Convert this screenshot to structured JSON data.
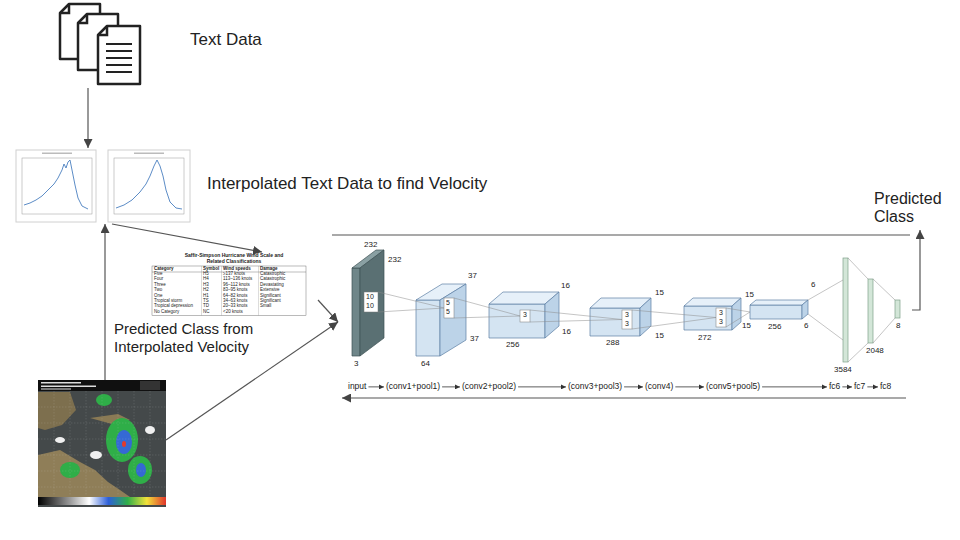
{
  "diagram": {
    "nodes": [
      {
        "text": [
          "Text Data"
        ]
      },
      {
        "text": [
          "Interpolated Text Data to find Velocity"
        ]
      },
      {
        "text": [
          "Saffir-Simpson Hurricane Wind Scale and Related Classifications"
        ]
      },
      {
        "text": []
      },
      {
        "text": [
          "input",
          "(conv1+pool1)",
          "(conv2+pool2)",
          "(conv3+pool3)",
          "(conv4)",
          "(conv5+pool5)",
          "fc6",
          "fc7",
          "fc8"
        ]
      },
      {
        "text": [
          "Predicted Class"
        ]
      }
    ],
    "edges": [
      {
        "from": 0,
        "to": 1,
        "arrow": "to"
      },
      {
        "from": 1,
        "to": 2,
        "arrow": "to"
      },
      {
        "from": 3,
        "to": 1,
        "arrow": "to"
      },
      {
        "from": 2,
        "to": 4,
        "arrow": "to"
      },
      {
        "from": 3,
        "to": 4,
        "arrow": "to"
      },
      {
        "from": 4,
        "to": 5,
        "arrow": "to"
      }
    ],
    "labels": [
      "Predicted Class from Interpolated Velocity",
      "Category",
      "Symbol",
      "Wind speeds",
      "Damage",
      "Five",
      "H5",
      "≥137 knots",
      "Catastrophic",
      "Four",
      "H4",
      "113–136 knots",
      "Catastrophic",
      "Three",
      "H3",
      "96–112 knots",
      "Devastating",
      "Two",
      "H2",
      "83–95 knots",
      "Extensive",
      "One",
      "H1",
      "64–82 knots",
      "Significant",
      "Tropical storm",
      "TS",
      "34–63 knots",
      "Significant",
      "Tropical depression",
      "TD",
      "20–33 knots",
      "Small",
      "No Category",
      "NC",
      "<20 knots",
      "232",
      "232",
      "10",
      "10",
      "3",
      "5",
      "5",
      "37",
      "37",
      "64",
      "3",
      "16",
      "16",
      "256",
      "3",
      "3",
      "15",
      "15",
      "288",
      "3",
      "3",
      "15",
      "15",
      "272",
      "6",
      "6",
      "256",
      "3584",
      "2048",
      "8"
    ]
  }
}
